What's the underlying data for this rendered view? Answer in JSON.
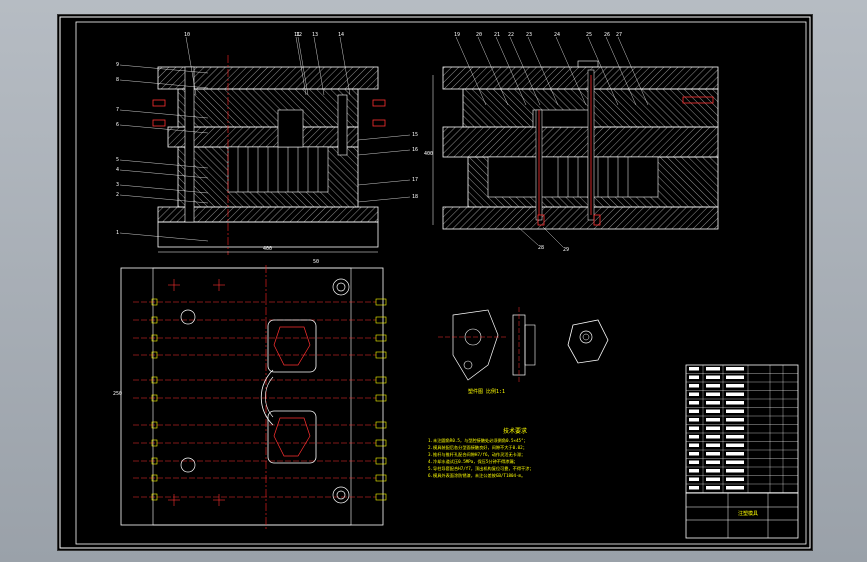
{
  "drawing": {
    "background": "#000000",
    "line_color": "#ffffff",
    "center_line_color": "#ff2020",
    "hatch_color": "#ffffff",
    "accent_color": "#ffff00",
    "balloon_labels_left": [
      "1",
      "2",
      "3",
      "4",
      "5",
      "6",
      "7",
      "8",
      "9",
      "10",
      "11",
      "12",
      "13",
      "14",
      "15",
      "16",
      "17",
      "18"
    ],
    "balloon_labels_right": [
      "19",
      "20",
      "21",
      "22",
      "23",
      "24",
      "25",
      "26",
      "27",
      "28",
      "29"
    ],
    "tech_title": "技术要求",
    "tech_lines": [
      "1.未注圆角R0.5，与型腔接触处必须倒角0.5×45°；",
      "2.模具装配后各分型面接触良好，间隙不大于0.02；",
      "3.推杆与推杆孔配合间隙H7/f6，动作灵活无卡滞；",
      "4.冷却水道试压0.5MPa，保压5分钟不得渗漏；",
      "5.导柱导套配合H7/f7，顶出机构复位可靠，不得干涉；",
      "6.模具外表面涂防锈漆，未注公差按GB/T1804-m。"
    ],
    "part_caption": "塑件图 比例1:1",
    "title_block_name": "注塑模具",
    "dims": {
      "width_top": "400",
      "height_side": "400",
      "left_h": "250",
      "mid": "50"
    }
  }
}
